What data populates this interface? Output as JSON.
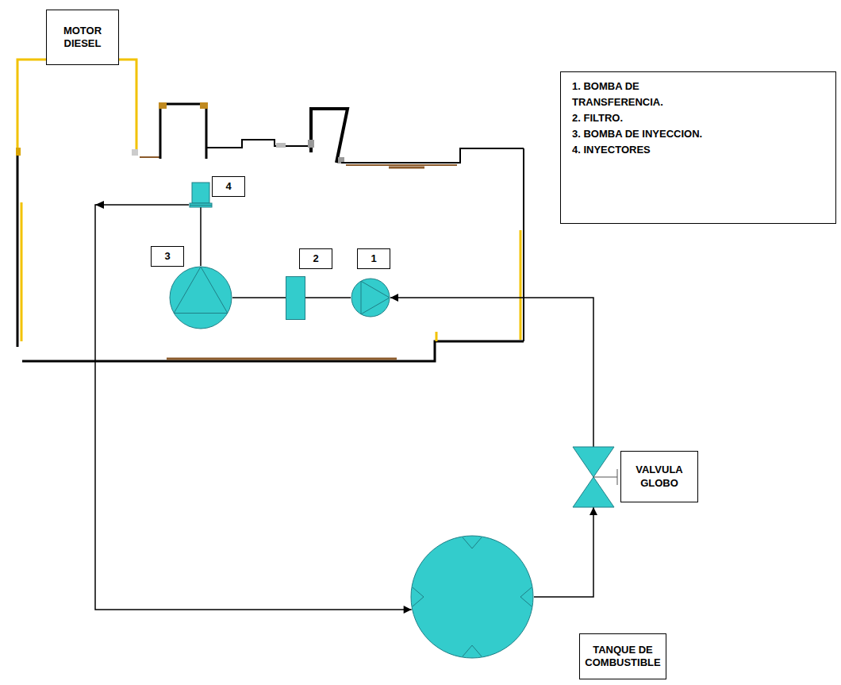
{
  "diagram": {
    "nodes": [
      {
        "text": [
          "MOTOR DIESEL"
        ]
      },
      {
        "text": [
          "1. BOMBA DE TRANSFERENCIA.",
          "2. FILTRO.",
          "3. BOMBA DE INYECCION.",
          "4. INYECTORES"
        ]
      },
      {
        "text": [
          "4"
        ]
      },
      {
        "text": [
          "3"
        ]
      },
      {
        "text": [
          "2"
        ]
      },
      {
        "text": [
          "1"
        ]
      },
      {
        "text": [
          "VALVULA GLOBO"
        ]
      },
      {
        "text": [
          "TANQUE DE COMBUSTIBLE"
        ]
      }
    ],
    "edges": [
      {
        "from": 7,
        "to": 6,
        "arrow": "to"
      },
      {
        "from": 6,
        "to": 5,
        "arrow": "to"
      },
      {
        "from": 5,
        "to": 4,
        "arrow": "none"
      },
      {
        "from": 4,
        "to": 3,
        "arrow": "none"
      },
      {
        "from": 3,
        "to": 2,
        "arrow": "none"
      },
      {
        "from": 2,
        "to": 7,
        "arrow": "to"
      }
    ]
  }
}
